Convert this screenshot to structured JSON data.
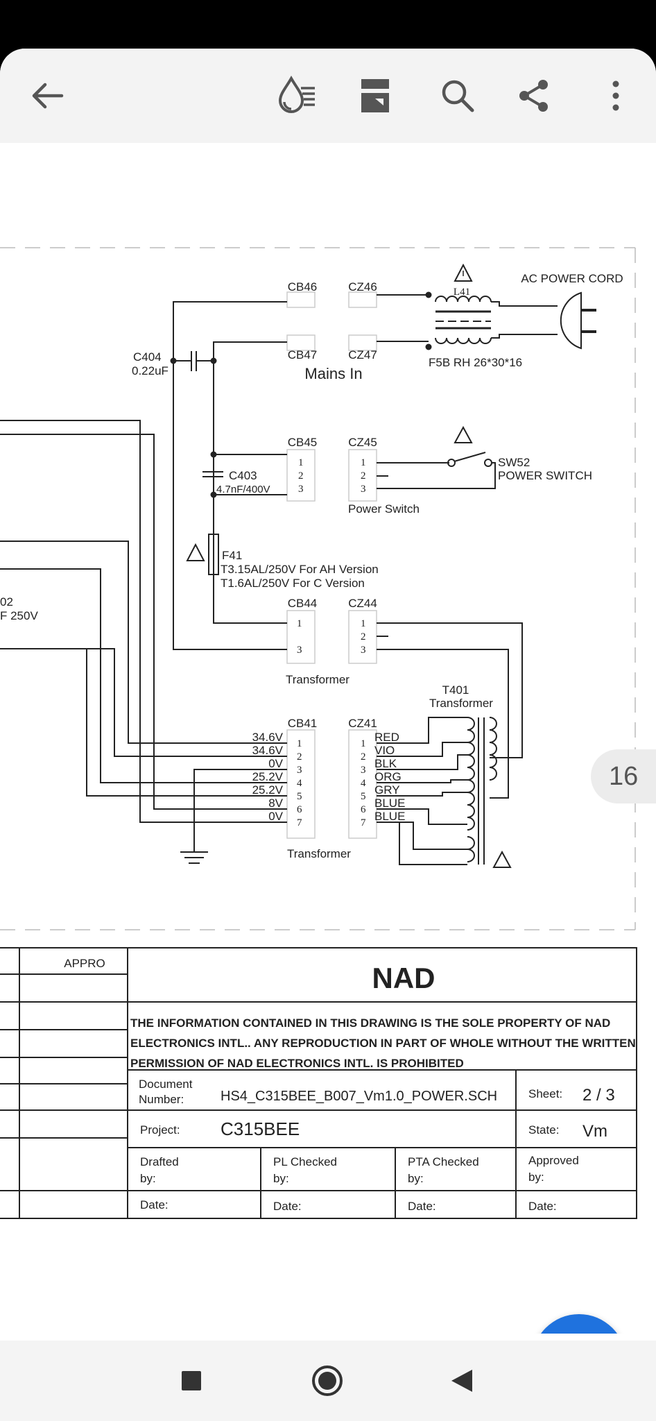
{
  "toolbar": {
    "icons": [
      "back-arrow-icon",
      "reading-mode-icon",
      "document-icon",
      "search-icon",
      "share-icon",
      "more-vert-icon"
    ]
  },
  "schematic": {
    "components": {
      "cb46": "CB46",
      "cz46": "CZ46",
      "cb47": "CB47",
      "cz47": "CZ47",
      "mains_in": "Mains In",
      "l41": "L41",
      "ac_power_cord": "AC POWER CORD",
      "f5b": "F5B RH 26*30*16",
      "c404": "C404",
      "c404_value": "0.22uF",
      "cb45": "CB45",
      "cz45": "CZ45",
      "c403": "C403",
      "c403_value": "4.7nF/400V",
      "sw52": "SW52",
      "power_switch_label": "POWER SWITCH",
      "power_switch": "Power Switch",
      "f41": "F41",
      "f41_line1": "T3.15AL/250V For AH Version",
      "f41_line2": "T1.6AL/250V For C Version",
      "cb44": "CB44",
      "cz44": "CZ44",
      "transformer_1": "Transformer",
      "cut_left_1": "02",
      "cut_left_2": "F 250V",
      "t401": "T401",
      "t401_label": "Transformer",
      "cb41": "CB41",
      "cz41": "CZ41",
      "transformer_2": "Transformer"
    },
    "voltages": [
      "34.6V",
      "34.6V",
      "0V",
      "25.2V",
      "25.2V",
      "8V",
      "0V"
    ],
    "wire_colors": [
      "RED",
      "VIO",
      "BLK",
      "ORG",
      "GRY",
      "BLUE",
      "BLUE"
    ],
    "pins": [
      "1",
      "2",
      "3",
      "4",
      "5",
      "6",
      "7"
    ]
  },
  "title_block": {
    "appro": "APPRO",
    "company": "NAD",
    "notice_line1": "THE INFORMATION CONTAINED IN THIS DRAWING IS THE SOLE PROPERTY OF NAD",
    "notice_line2": "ELECTRONICS INTL.. ANY REPRODUCTION IN PART OF WHOLE WITHOUT  THE WRITTEN",
    "notice_line3": "PERMISSION OF NAD ELECTRONICS INTL. IS PROHIBITED",
    "doc_number_label_1": "Document",
    "doc_number_label_2": "Number:",
    "doc_number": "HS4_C315BEE_B007_Vm1.0_POWER.SCH",
    "sheet_label": "Sheet:",
    "sheet": "2 / 3",
    "project_label": "Project:",
    "project": "C315BEE",
    "state_label": "State:",
    "state": "Vm",
    "drafted_1": "Drafted",
    "drafted_2": "by:",
    "pl_checked_1": "PL Checked",
    "pl_checked_2": "by:",
    "pta_checked_1": "PTA Checked",
    "pta_checked_2": "by:",
    "approved_1": "Approved",
    "approved_2": "by:",
    "date_label": "Date:"
  },
  "page_indicator": "16",
  "fab": {
    "icon": "edit-pencil-icon"
  },
  "navbar": {
    "icons": [
      "recents-square-icon",
      "home-circle-icon",
      "back-triangle-icon"
    ]
  },
  "colors": {
    "accent": "#1f72de",
    "toolbar_bg": "#f3f3f3",
    "line": "#222222"
  }
}
